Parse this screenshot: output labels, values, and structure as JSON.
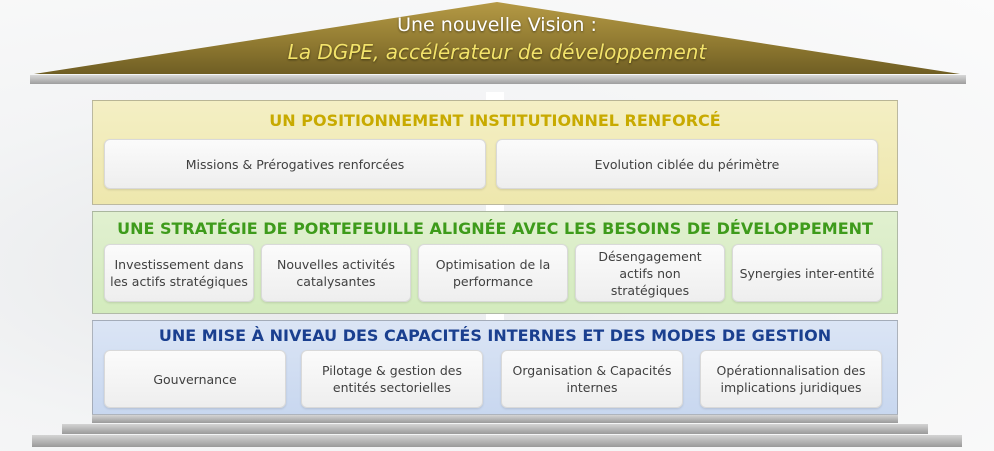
{
  "roof": {
    "line1": "Une nouvelle Vision :",
    "line2": "La DGPE, accélérateur de développement"
  },
  "bands": [
    {
      "title": "UN POSITIONNEMENT INSTITUTIONNEL RENFORCÉ",
      "items": [
        "Missions & Prérogatives renforcées",
        "Evolution ciblée du périmètre"
      ]
    },
    {
      "title": "UNE STRATÉGIE DE PORTEFEUILLE ALIGNÉE AVEC LES BESOINS DE DÉVELOPPEMENT",
      "items": [
        "Investissement dans les actifs stratégiques",
        "Nouvelles activités catalysantes",
        "Optimisation de la performance",
        "Désengagement actifs non stratégiques",
        "Synergies inter-entité"
      ]
    },
    {
      "title": "UNE MISE À NIVEAU DES CAPACITÉS INTERNES ET DES MODES DE GESTION",
      "items": [
        "Gouvernance",
        "Pilotage & gestion des entités sectorielles",
        "Organisation & Capacités internes",
        "Opérationnalisation des implications juridiques"
      ]
    }
  ],
  "colors": {
    "roof": "#8a7428",
    "band1_title": "#c8aa00",
    "band2_title": "#3e9b1b",
    "band3_title": "#1a3f8f",
    "band1_bg": "#f1ebbb",
    "band2_bg": "#d9edc6",
    "band3_bg": "#d2def2",
    "base": "#b8b8b8"
  }
}
